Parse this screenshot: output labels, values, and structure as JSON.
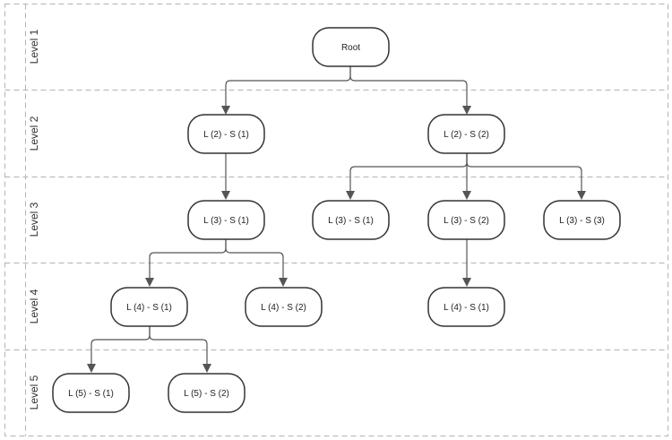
{
  "diagram": {
    "lanes": [
      {
        "id": "level-1",
        "label": "Level 1"
      },
      {
        "id": "level-2",
        "label": "Level 2"
      },
      {
        "id": "level-3",
        "label": "Level 3"
      },
      {
        "id": "level-4",
        "label": "Level 4"
      },
      {
        "id": "level-5",
        "label": "Level 5"
      }
    ],
    "nodes": [
      {
        "id": "root",
        "label": "Root"
      },
      {
        "id": "l2s1",
        "label": "L (2) - S (1)"
      },
      {
        "id": "l2s2",
        "label": "L (2) - S (2)"
      },
      {
        "id": "l3s1a",
        "label": "L (3) - S (1)"
      },
      {
        "id": "l3s1b",
        "label": "L (3) - S (1)"
      },
      {
        "id": "l3s2",
        "label": "L (3) - S (2)"
      },
      {
        "id": "l3s3",
        "label": "L (3) - S (3)"
      },
      {
        "id": "l4s1a",
        "label": "L (4) - S (1)"
      },
      {
        "id": "l4s2",
        "label": "L (4) - S (2)"
      },
      {
        "id": "l4s1b",
        "label": "L (4) - S (1)"
      },
      {
        "id": "l5s1",
        "label": "L (5) - S (1)"
      },
      {
        "id": "l5s2",
        "label": "L (5) - S (2)"
      }
    ],
    "edges": [
      {
        "from": "root",
        "to": "l2s1"
      },
      {
        "from": "root",
        "to": "l2s2"
      },
      {
        "from": "l2s1",
        "to": "l3s1a"
      },
      {
        "from": "l2s2",
        "to": "l3s1b"
      },
      {
        "from": "l2s2",
        "to": "l3s2"
      },
      {
        "from": "l2s2",
        "to": "l3s3"
      },
      {
        "from": "l3s1a",
        "to": "l4s1a"
      },
      {
        "from": "l3s1a",
        "to": "l4s2"
      },
      {
        "from": "l3s2",
        "to": "l4s1b"
      },
      {
        "from": "l4s1a",
        "to": "l5s1"
      },
      {
        "from": "l4s1a",
        "to": "l5s2"
      }
    ],
    "colors": {
      "node_border": "#333333",
      "edge": "#555555",
      "lane_border": "#b3b3b3"
    }
  }
}
